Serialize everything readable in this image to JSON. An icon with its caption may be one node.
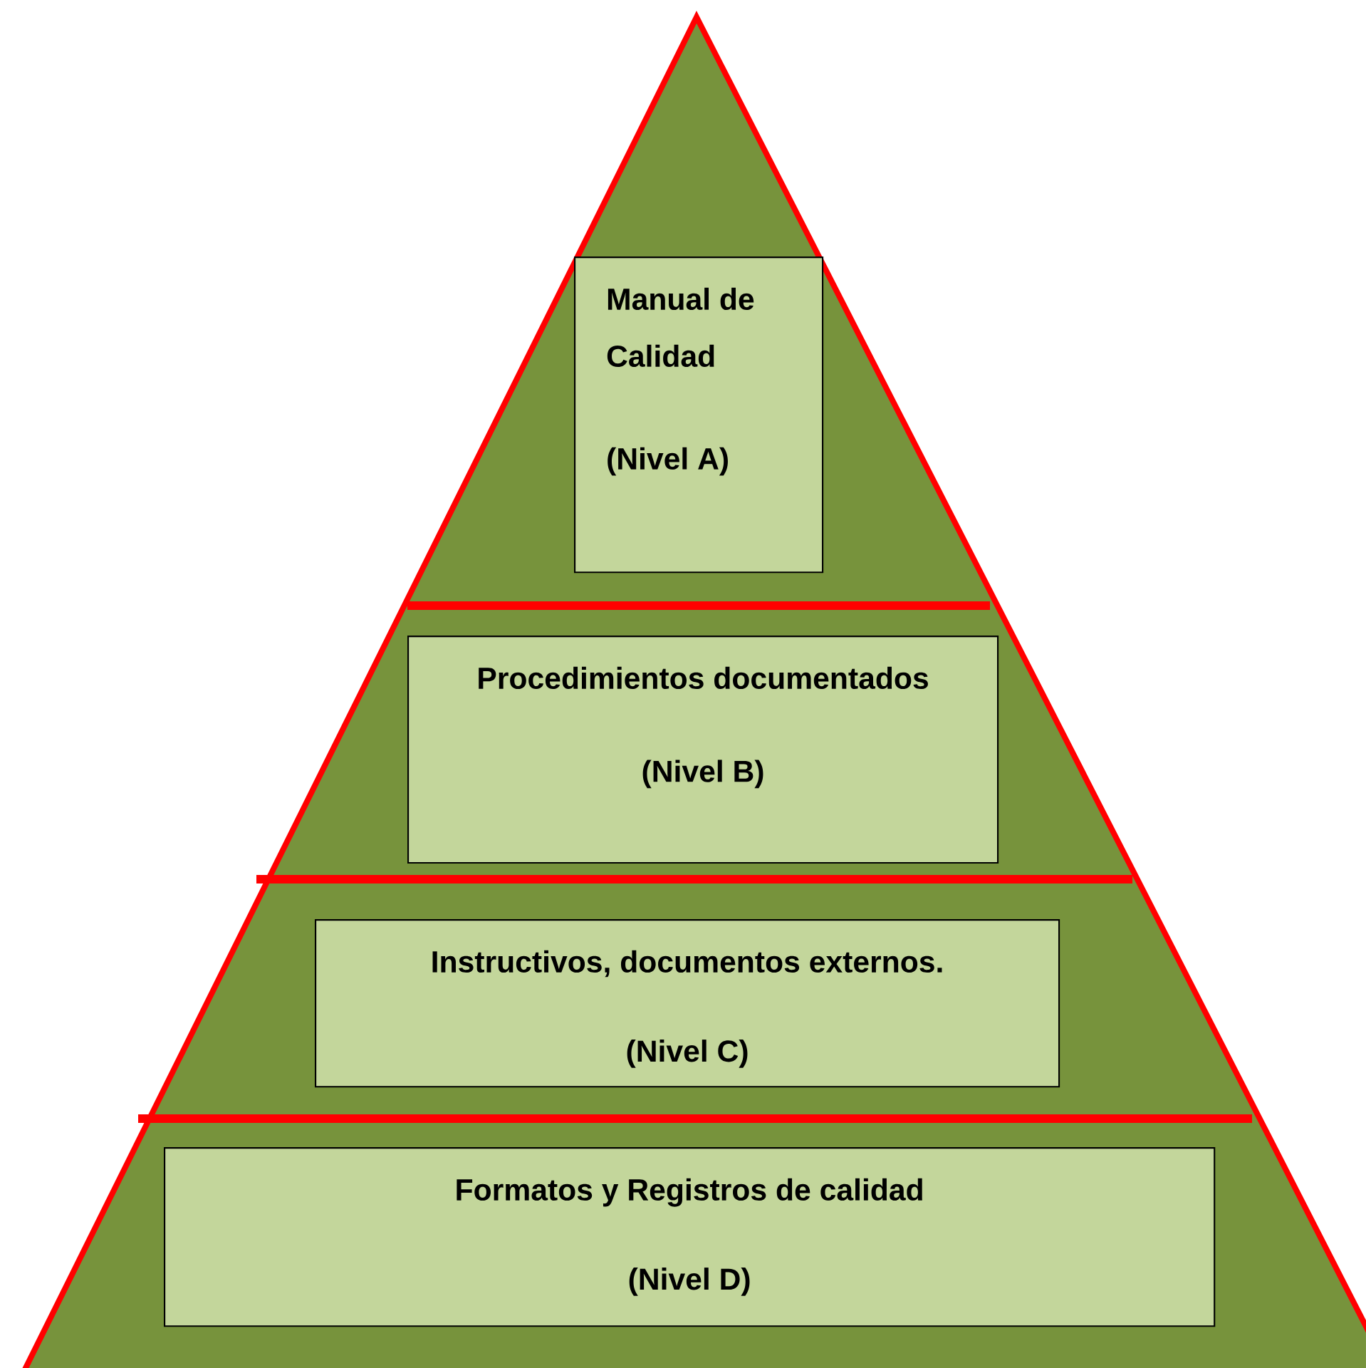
{
  "diagram": {
    "nodes": [
      {
        "text": [
          "Manual de Calidad",
          "(Nivel A)"
        ]
      },
      {
        "text": [
          "Procedimientos documentados",
          "(Nivel B)"
        ]
      },
      {
        "text": [
          "Instructivos, documentos externos.",
          "(Nivel C)"
        ]
      },
      {
        "text": [
          "Formatos y Registros de calidad",
          "(Nivel D)"
        ]
      }
    ]
  }
}
